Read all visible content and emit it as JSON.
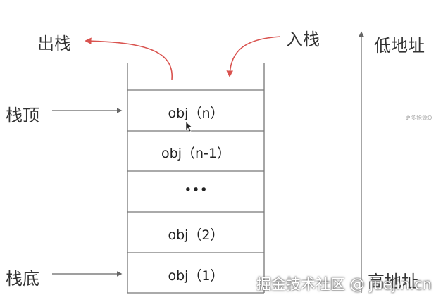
{
  "labels": {
    "pop": "出栈",
    "push": "入栈",
    "stack_top": "栈顶",
    "stack_bottom": "栈底",
    "low_address": "低地址",
    "high_address": "高地址"
  },
  "cells": [
    "obj（n）",
    "obj（n-1）",
    "•••",
    "obj（2）",
    "obj（1）"
  ],
  "watermark": "掘金技术社区 @ juejin.cn",
  "more_text": "更多抢源Q",
  "colors": {
    "arrow_red": "#d9534f",
    "line": "#777777",
    "text": "#333333"
  }
}
